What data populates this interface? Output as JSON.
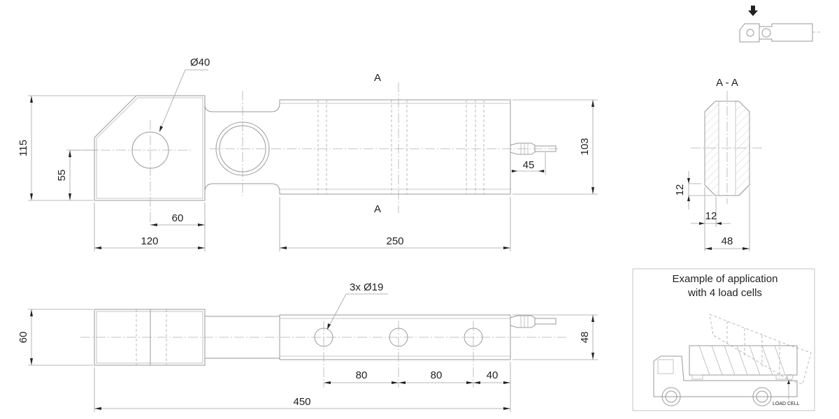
{
  "top_view": {
    "diameter_hole": "Ø40",
    "height_total": "115",
    "hole_height": "55",
    "hole_offset": "60",
    "block_length": "120",
    "bar_length": "250",
    "cable_length": "45",
    "bar_height": "103",
    "section_mark_top": "A",
    "section_mark_bottom": "A"
  },
  "section": {
    "title": "A - A",
    "chamfer_vertical": "12",
    "chamfer_horizontal": "12",
    "width": "48"
  },
  "front_view": {
    "holes_label": "3x Ø19",
    "block_height": "60",
    "bar_height": "48",
    "spacing_1": "80",
    "spacing_2": "80",
    "end_offset": "40",
    "total_length": "450"
  },
  "application": {
    "title_line1": "Example of application",
    "title_line2": "with 4 load cells",
    "load_cell_label": "LOAD CELL"
  }
}
